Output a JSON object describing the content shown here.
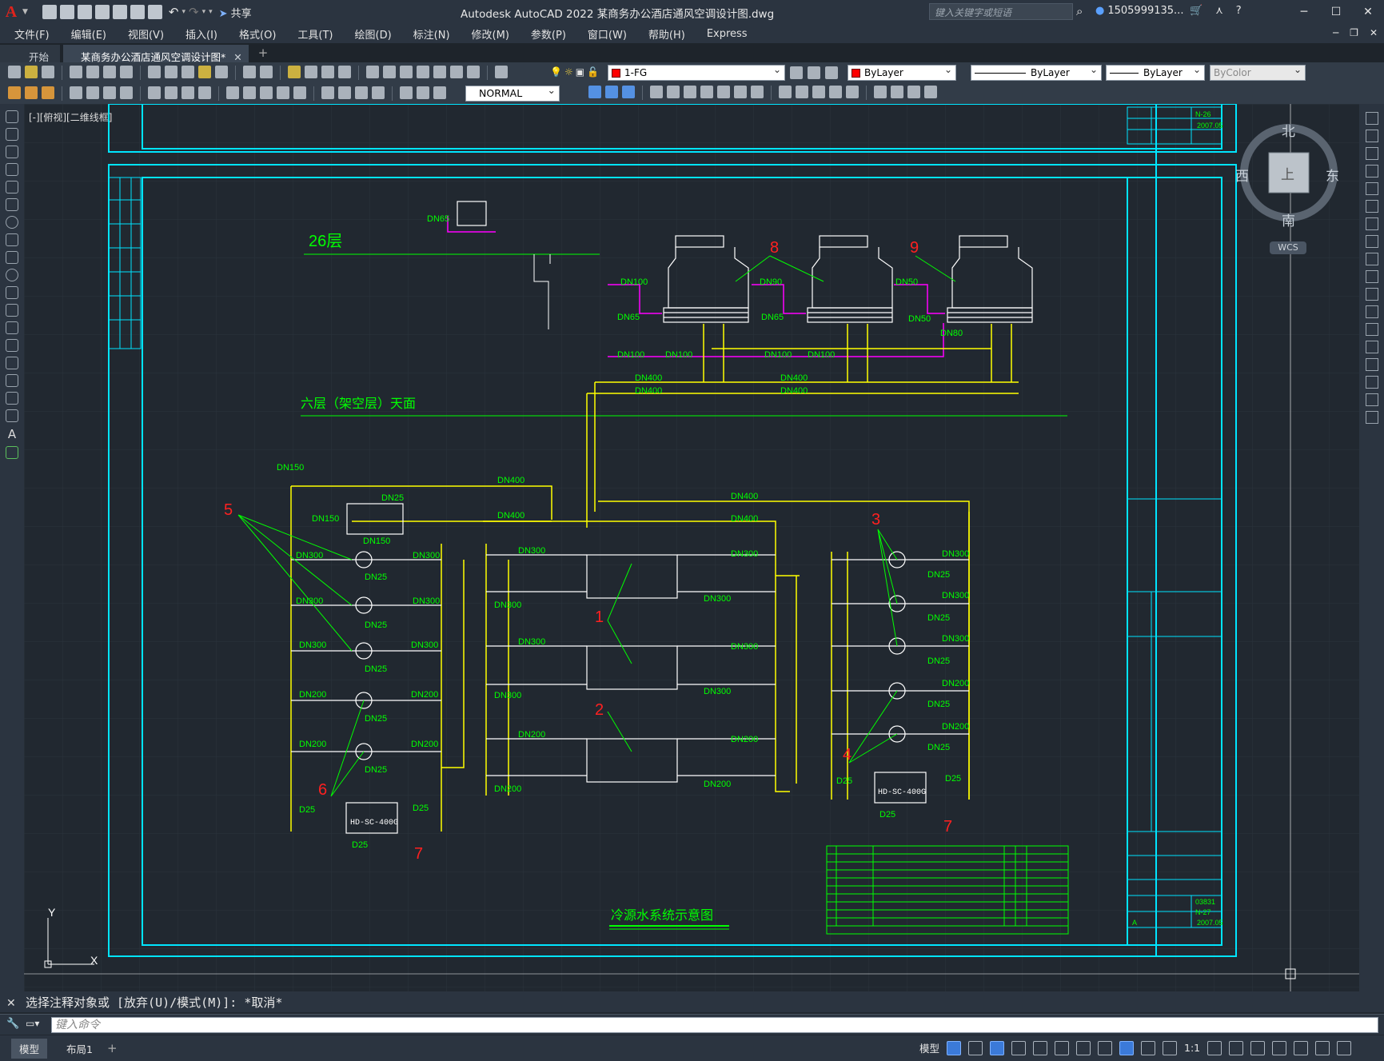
{
  "app": {
    "window_title": "Autodesk AutoCAD 2022    某商务办公酒店通风空调设计图.dwg",
    "search_placeholder": "键入关键字或短语",
    "user": "1505999135...",
    "share_label": "共享"
  },
  "menu": [
    "文件(F)",
    "编辑(E)",
    "视图(V)",
    "插入(I)",
    "格式(O)",
    "工具(T)",
    "绘图(D)",
    "标注(N)",
    "修改(M)",
    "参数(P)",
    "窗口(W)",
    "帮助(H)",
    "Express"
  ],
  "tabs": [
    {
      "label": "开始"
    },
    {
      "label": "某商务办公酒店通风空调设计图*"
    }
  ],
  "toolbar": {
    "layer_name": "1-FG",
    "color": "ByLayer",
    "linetype": "ByLayer",
    "lineweight": "ByLayer",
    "plotstyle": "ByColor",
    "dimstyle": "NORMAL"
  },
  "viewport": {
    "label": "[-][俯视][二维线框]",
    "viewcube": {
      "north": "北",
      "south": "南",
      "east": "东",
      "west": "西",
      "top": "上"
    },
    "wcs": "WCS"
  },
  "drawing": {
    "floor_26": "26层",
    "floor_6": "六层（架空层）天面",
    "title": "冷源水系统示意图",
    "unit_label": "HD-SC-400G",
    "callouts": [
      "1",
      "2",
      "3",
      "4",
      "5",
      "6",
      "7",
      "7",
      "8",
      "9"
    ],
    "pipe_labels": {
      "dn400": "DN400",
      "dn300": "DN300",
      "dn200": "DN200",
      "dn150": "DN150",
      "dn100": "DN100",
      "dn80": "DN80",
      "dn65": "DN65",
      "dn50": "DN50",
      "dn25": "DN25",
      "dn90": "DN90",
      "d25": "D25"
    },
    "title_block": {
      "drawing_no_1": "N-26",
      "drawing_no_2": "N-27",
      "date": "2007.05",
      "rev": "A",
      "code": "03831"
    }
  },
  "command": {
    "history": "选择注释对象或 [放弃(U)/模式(M)]: *取消*",
    "placeholder": "键入命令"
  },
  "status": {
    "layout_tabs": [
      "模型",
      "布局1"
    ],
    "model_label": "模型",
    "scale": "1:1"
  },
  "colors": {
    "background": "#212830",
    "frame": "#00e5ff",
    "pipe": "#ffff00",
    "label": "#00ff00",
    "magenta": "#ff00ff",
    "callout": "#ff2020"
  }
}
